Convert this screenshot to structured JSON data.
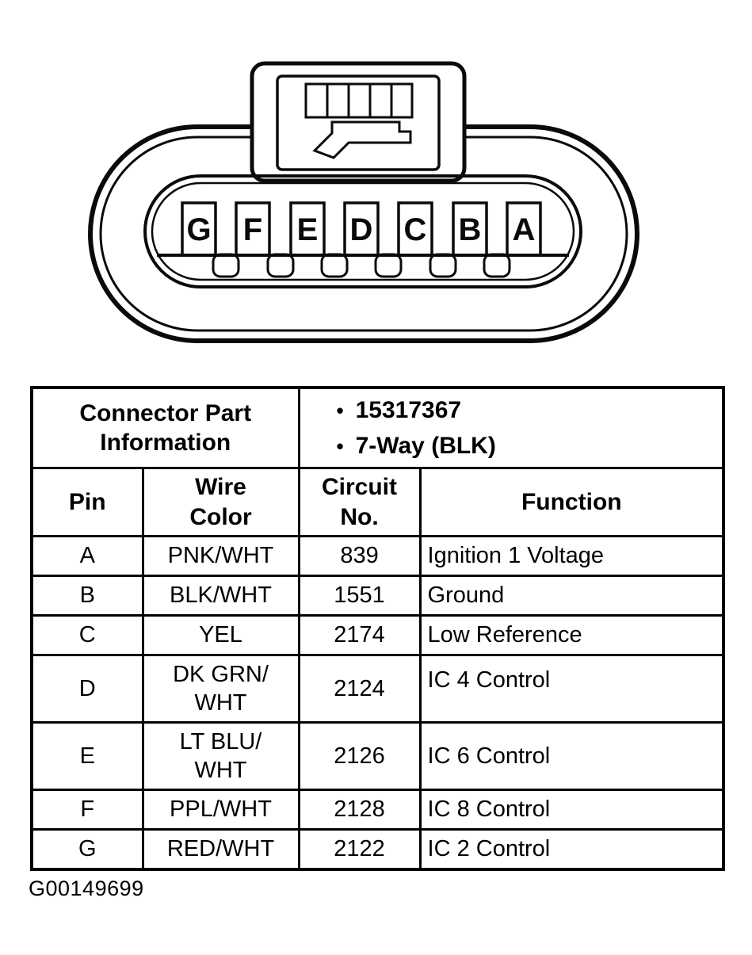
{
  "colors": {
    "ink": "#0a0a0a",
    "background": "#ffffff"
  },
  "connector": {
    "pins": [
      "G",
      "F",
      "E",
      "D",
      "C",
      "B",
      "A"
    ]
  },
  "table": {
    "bullet": "•",
    "part_info_label": "Connector Part\nInformation",
    "part_numbers": [
      "15317367",
      "7-Way (BLK)"
    ],
    "headers": {
      "pin": "Pin",
      "wire_color": "Wire\nColor",
      "circuit_no": "Circuit\nNo.",
      "function": "Function"
    },
    "rows": [
      {
        "pin": "A",
        "wire_color": "PNK/WHT",
        "circuit": "839",
        "function": "Ignition 1 Voltage"
      },
      {
        "pin": "B",
        "wire_color": "BLK/WHT",
        "circuit": "1551",
        "function": "Ground"
      },
      {
        "pin": "C",
        "wire_color": "YEL",
        "circuit": "2174",
        "function": "Low Reference"
      },
      {
        "pin": "D",
        "wire_color": "DK GRN/\nWHT",
        "circuit": "2124",
        "function": "IC 4 Control"
      },
      {
        "pin": "E",
        "wire_color": "LT BLU/\nWHT",
        "circuit": "2126",
        "function": "IC 6 Control"
      },
      {
        "pin": "F",
        "wire_color": "PPL/WHT",
        "circuit": "2128",
        "function": "IC 8 Control"
      },
      {
        "pin": "G",
        "wire_color": "RED/WHT",
        "circuit": "2122",
        "function": "IC 2 Control"
      }
    ]
  },
  "figure_id": "G00149699"
}
